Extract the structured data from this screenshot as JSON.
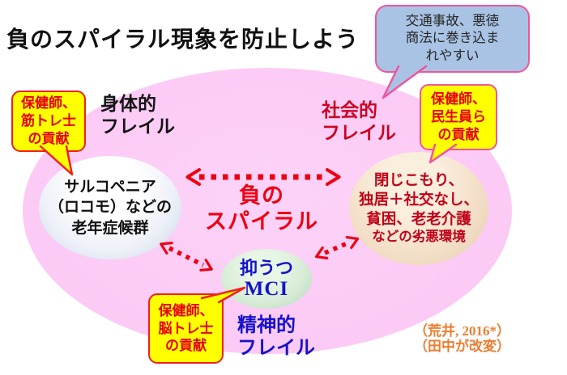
{
  "title": "負のスパイラル現象を防止しよう",
  "labels": {
    "physical": {
      "lines": [
        "身体的",
        "フレイル"
      ]
    },
    "social": {
      "lines": [
        "社会的",
        "フレイル"
      ]
    },
    "mental": {
      "lines": [
        "精神的",
        "フレイル"
      ]
    }
  },
  "center_spiral": {
    "lines": [
      "負の",
      "スパイラル"
    ]
  },
  "nodes": {
    "physical_frailty": {
      "lines": [
        "サルコペニア",
        "（ロコモ）などの",
        "老年症候群"
      ]
    },
    "social_frailty": {
      "lines": [
        "閉じこもり、",
        "独居＋社交なし、",
        "貧困、老老介護",
        "などの劣悪環境"
      ]
    },
    "mental_frailty": {
      "lines": [
        "抑うつ",
        "MCI"
      ]
    }
  },
  "callouts": {
    "top_right": {
      "lines": [
        "交通事故、悪徳",
        "商法に巻き込ま",
        "れやすい"
      ]
    },
    "left": {
      "lines": [
        "保健師、",
        "筋トレ士",
        "の貢献"
      ]
    },
    "right": {
      "lines": [
        "保健師、",
        "民生員ら",
        "の貢献"
      ]
    },
    "bottom": {
      "lines": [
        "保健師、",
        "脳トレ士",
        "の貢献"
      ]
    }
  },
  "citation": {
    "lines": [
      "（荒井, 2016*）",
      "（田中が改変）"
    ]
  },
  "colors": {
    "arrow_red": "#ee0011",
    "social_label_red": "#cc0022",
    "node_right_text": "#c00018",
    "blue_text": "#1512cc",
    "big_ellipse_pink": "#fbc9f5",
    "callout_yellow": "#ffff00",
    "callout_yellow_text": "#e60012",
    "callout_blue_fill": "#a9c3e4",
    "pink_border": "#f0549e",
    "red_border": "#ee2020",
    "citation_orange": "#ed7d31"
  }
}
